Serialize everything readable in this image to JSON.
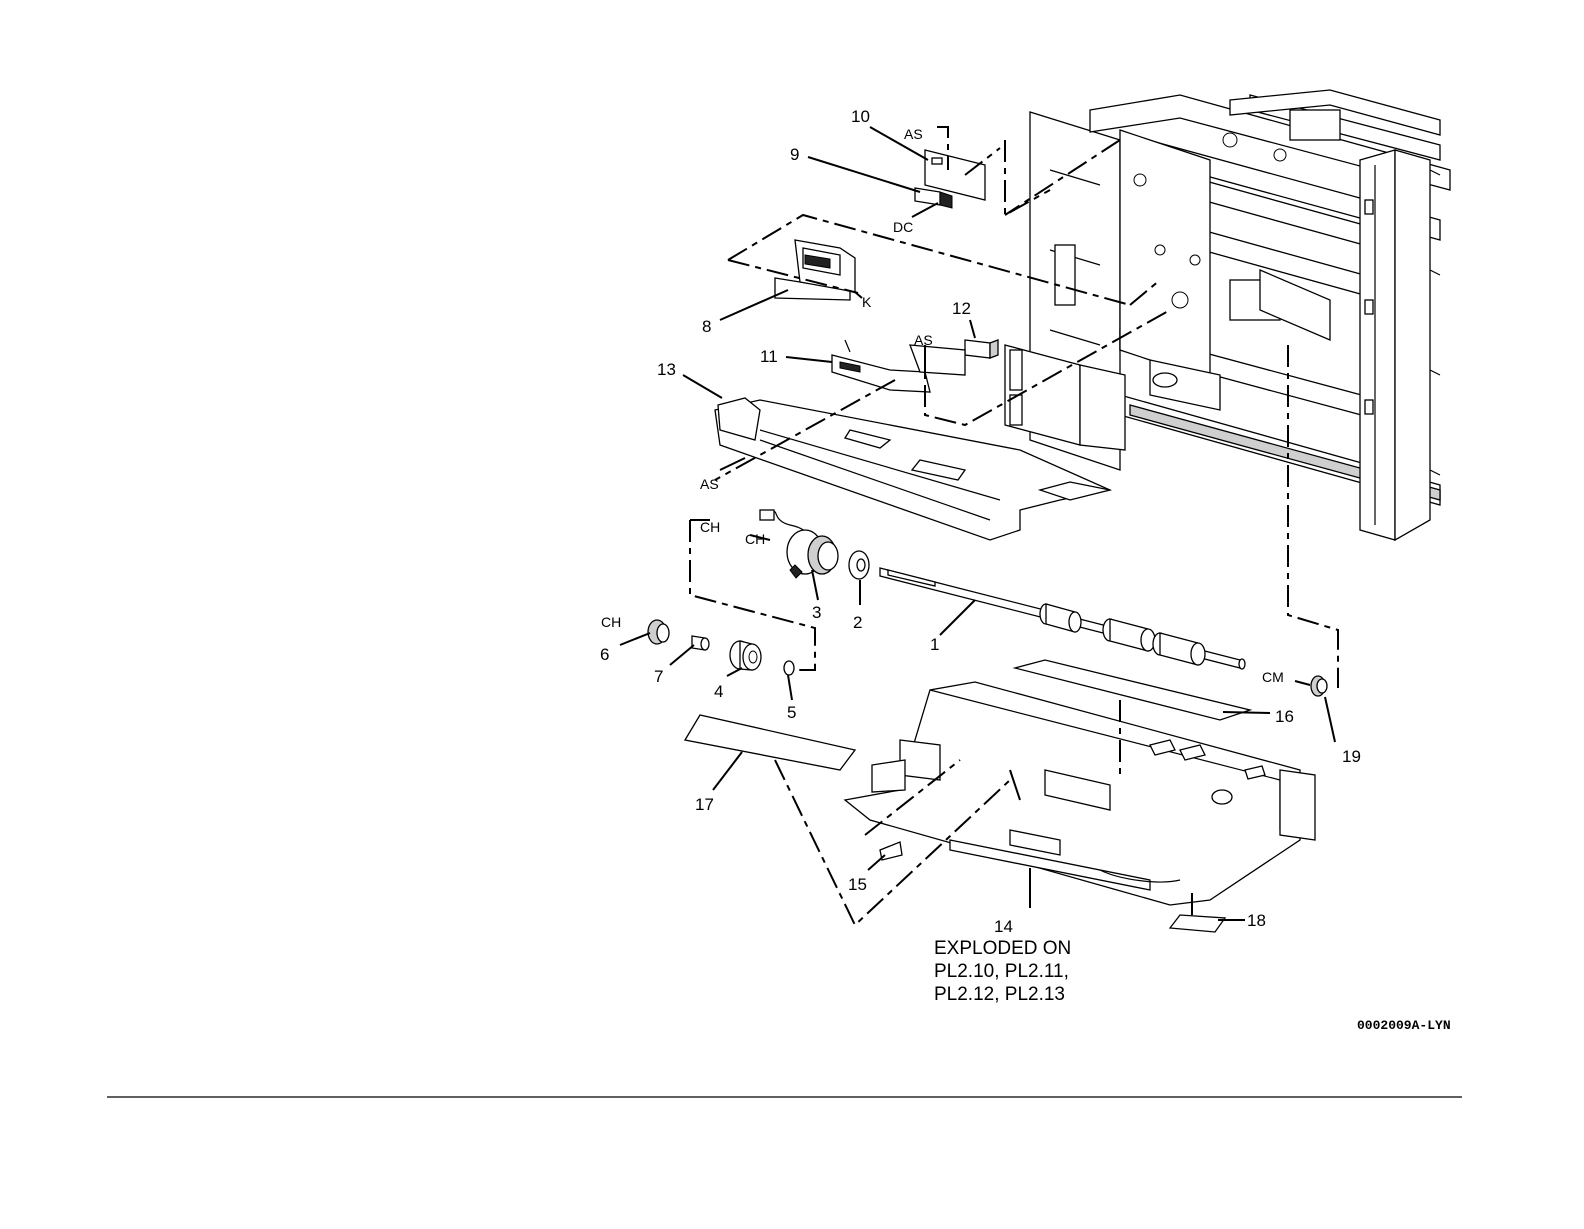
{
  "callouts": [
    "1",
    "2",
    "3",
    "4",
    "5",
    "6",
    "7",
    "8",
    "9",
    "10",
    "11",
    "12",
    "13",
    "14",
    "15",
    "16",
    "17",
    "18",
    "19"
  ],
  "codes": {
    "as_10": "AS",
    "dc_9": "DC",
    "k_8": "K",
    "as_12": "AS",
    "as_13": "AS",
    "ch_a": "CH",
    "ch_b": "CH",
    "ch_c": "CH",
    "cm_1": "CM"
  },
  "note_14": [
    "EXPLODED ON",
    "PL2.10, PL2.11,",
    "PL2.12, PL2.13"
  ],
  "figure_id": "0002009A-LYN"
}
